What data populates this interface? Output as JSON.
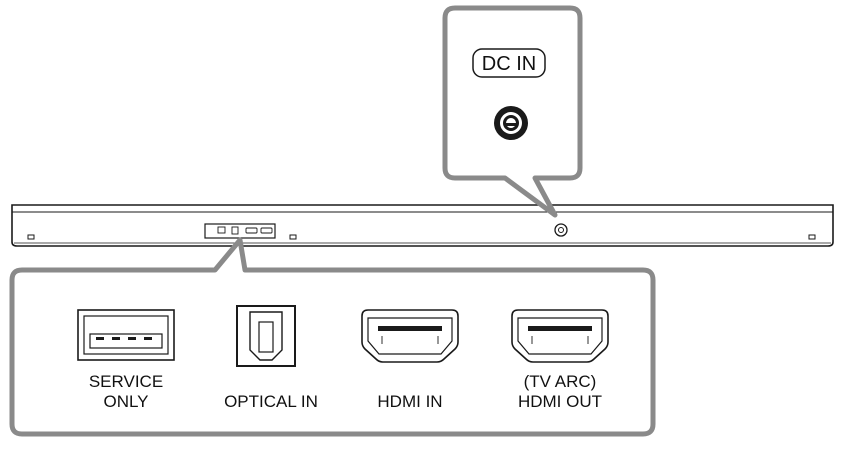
{
  "dc_in": {
    "label": "DC IN"
  },
  "ports": [
    {
      "id": "usb",
      "label_lines": [
        "SERVICE",
        "ONLY"
      ]
    },
    {
      "id": "optical",
      "label_lines": [
        "OPTICAL IN"
      ]
    },
    {
      "id": "hdmi-in",
      "label_lines": [
        "HDMI IN"
      ]
    },
    {
      "id": "hdmi-out",
      "label_lines": [
        "(TV ARC)",
        "HDMI OUT"
      ]
    }
  ],
  "colors": {
    "callout_border": "#8a8a8a",
    "line": "#1a1a1a",
    "background": "#ffffff"
  }
}
